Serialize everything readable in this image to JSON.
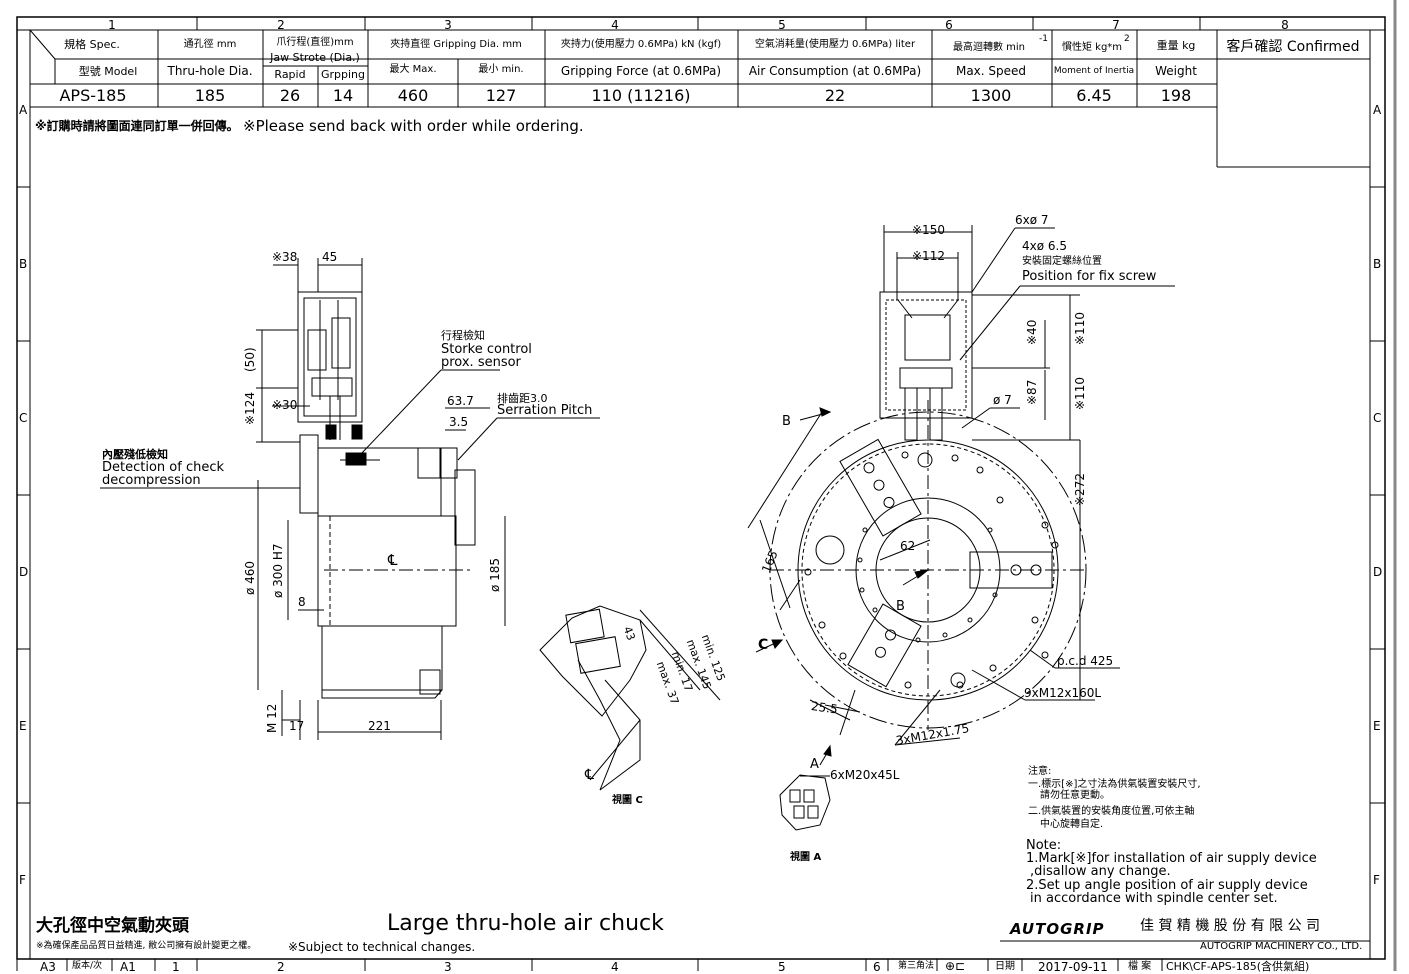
{
  "frame": {
    "col_labels": [
      "1",
      "2",
      "3",
      "4",
      "5",
      "6",
      "7",
      "8"
    ],
    "row_labels": [
      "A",
      "B",
      "C",
      "D",
      "E",
      "F"
    ]
  },
  "spec_table": {
    "spec_label": "規格 Spec.",
    "model_label": "型號 Model",
    "thru_cn": "通孔徑 mm",
    "thru_en": "Thru-hole Dia.",
    "jaw_cn": "爪行程(直徑)mm",
    "jaw_en": "Jaw Strote (Dia.)",
    "rapid": "Rapid",
    "gripping": "Grpping",
    "grip_dia_cn": "夾持直徑 Gripping Dia. mm",
    "max_label": "最大 Max.",
    "min_label": "最小 min.",
    "force_cn": "夾持力(使用壓力 0.6MPa) kN (kgf)",
    "force_en": "Gripping Force (at 0.6MPa)",
    "air_cn": "空氣消耗量(使用壓力 0.6MPa) liter",
    "air_en": "Air Consumption (at 0.6MPa)",
    "speed_cn": "最高迴轉數 min",
    "speed_sup": "-1",
    "speed_en": "Max. Speed",
    "inertia_cn": "慣性矩 kg*m",
    "inertia_sup": "2",
    "inertia_en": "Moment of Inertia",
    "weight_cn": "重量 kg",
    "weight_en": "Weight",
    "confirm": "客戶確認 Confirmed",
    "row": {
      "model": "APS-185",
      "thru": "185",
      "rapid": "26",
      "gripping": "14",
      "max": "460",
      "min": "127",
      "force": "110 (11216)",
      "air": "22",
      "speed": "1300",
      "inertia": "6.45",
      "weight": "198"
    }
  },
  "order_note": {
    "cn": "※訂購時請將圖面連同訂單一併回傳。",
    "en": "※Please send back with order while ordering."
  },
  "side_view": {
    "d38": "※38",
    "d45": "45",
    "d50": "(50)",
    "d124": "※124",
    "d30": "※30",
    "check_cn": "內壓殘低檢知",
    "check_en1": "Detection of check",
    "check_en2": "decompression",
    "stroke_cn": "行程檢知",
    "stroke_en1": "Storke control",
    "stroke_en2": "prox. sensor",
    "d637": "63.7",
    "d35": "3.5",
    "serr_cn": "排齒距3.0",
    "serr_en": "Serration Pitch",
    "d460": "ø 460",
    "d300": "ø 300 H7",
    "d8": "8",
    "cl": "℄",
    "d185": "ø 185",
    "m12": "M 12",
    "d17": "17",
    "d221": "221"
  },
  "front_view": {
    "d150": "※150",
    "d112": "※112",
    "h6": "6xø 7",
    "h4": "4xø 6.5",
    "fix_cn": "安裝固定螺絲位置",
    "fix_en": "Position for fix screw",
    "d40": "※40",
    "d110a": "※110",
    "d87": "※87",
    "d110b": "※110",
    "d7": "ø 7",
    "b_top": "B",
    "d272": "※272",
    "d165": "165",
    "d62": "62",
    "b_mid": "B",
    "c_arrow": "C",
    "pcd": "p.c.d 425",
    "m12_9": "9xM12x160L",
    "d255": "25.5",
    "m12_3": "3xM12x1.75",
    "a_arrow": "A",
    "m20": "6xM20x45L"
  },
  "view_c": {
    "d43": "43",
    "min125": "min. 125",
    "max145": "max. 145",
    "min17": "min. 17",
    "max37": "max. 37",
    "cl": "℄",
    "label": "視圖 C"
  },
  "view_a": {
    "label": "視圖 A"
  },
  "notes": {
    "cn_title": "注意:",
    "cn1a": "一.標示[※]之寸法為供氣裝置安裝尺寸,",
    "cn1b": "請勿任意更動。",
    "cn2a": "二.供氣裝置的安裝角度位置,可依主軸",
    "cn2b": "中心旋轉自定.",
    "en_title": "Note:",
    "en1a": "1.Mark[※]for installation of air supply device",
    "en1b": ",disallow any change.",
    "en2a": "2.Set up angle position of air supply device",
    "en2b": "in accordance with spindle center set."
  },
  "title_block": {
    "title_cn": "大孔徑中空氣動夾頭",
    "title_en": "Large thru-hole air chuck",
    "quality_cn": "※為確保產品品質日益精進, 敝公司擁有設計變更之權。",
    "subject_en": "※Subject to technical changes.",
    "logo": "AUTOGRIP",
    "company_cn": "佳 賀 精 機 股 份 有 限 公 司",
    "company_en": "AUTOGRIP MACHINERY CO., LTD.",
    "size": "A3",
    "rev_label": "版本/次",
    "rev": "A1",
    "sheet": "6",
    "angle_label": "第三角法",
    "date_label": "日期",
    "date": "2017-09-11",
    "file_label": "檔 案",
    "file": "CHK\\CF-APS-185(含供氣組)"
  }
}
